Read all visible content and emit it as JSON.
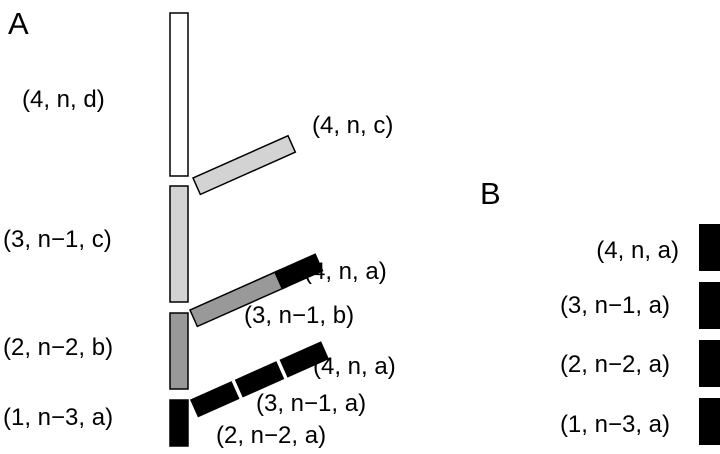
{
  "panels": {
    "a": {
      "letter": "A"
    },
    "b": {
      "letter": "B"
    }
  },
  "colors": {
    "d": "#ffffff",
    "c": "#d3d3d3",
    "b": "#999999",
    "a": "#000000",
    "stroke": "#000000"
  },
  "panel_a": {
    "stack_labels": [
      "(4, n, d)",
      "(3, n−1, c)",
      "(2, n−2, b)",
      "(1, n−3, a)"
    ],
    "branch_labels": {
      "top": [
        "(4, n, c)"
      ],
      "middle": [
        "(4, n, a)",
        "(3, n−1, b)"
      ],
      "bottom": [
        "(4, n, a)",
        "(3, n−1, a)",
        "(2, n−2, a)"
      ]
    }
  },
  "panel_b": {
    "labels": [
      "(4, n, a)",
      "(3, n−1, a)",
      "(2, n−2, a)",
      "(1, n−3, a)"
    ]
  }
}
